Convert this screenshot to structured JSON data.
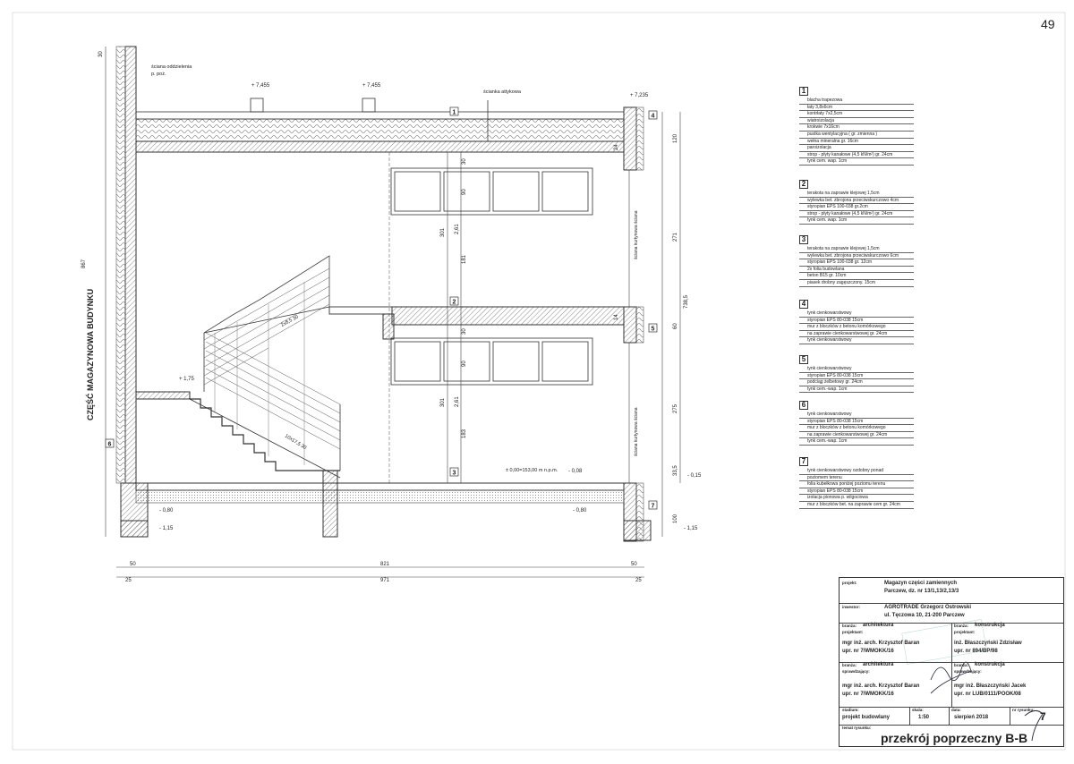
{
  "sheet": {
    "page_number": "49",
    "side_label": "CZĘŚĆ MAGAZYNOWA BUDYNKU",
    "side_dim": "867"
  },
  "drawing": {
    "annotations": {
      "wall_separation": "ściana oddzielenia",
      "wall_separation_2": "p. poż.",
      "wall_light": "ścianka attykowa",
      "curtain_wall_1": "ściana kurtynowa ściana",
      "curtain_wall_2": "ściana kurtynowa ściana",
      "zero_level": "± 0,00=153,00 m n.p.m.",
      "stair_upper": "2x8,5\n30",
      "stair_lower": "10x17,5\n30"
    },
    "levels": {
      "l1": "+ 7,455",
      "l2": "+ 7,455",
      "l3": "+ 7,235",
      "l4": "+ 1,75",
      "l5": "- 0,08",
      "l6": "- 0,15",
      "l7": "- 0,80",
      "l8": "- 1,15",
      "l9": "- 0,80",
      "l10": "- 1,15"
    },
    "dims": {
      "d120": "120",
      "d271": "271",
      "d301a": "301",
      "d301b": "301",
      "d261a": "2,61",
      "d261b": "2,61",
      "d181": "181",
      "d183": "183",
      "d30a": "30",
      "d90a": "90",
      "d30b": "30",
      "d90b": "90",
      "d7385": "738,5",
      "d60": "60",
      "d275": "275",
      "d335": "33,5",
      "d100": "100",
      "d30c": "30",
      "d24": "24",
      "d14": "14",
      "bottom_50a": "50",
      "bottom_50b": "50",
      "bottom_821": "821",
      "bottom_25a": "25",
      "bottom_25b": "25",
      "bottom_971": "971"
    },
    "markers": [
      "1",
      "2",
      "3",
      "4",
      "5",
      "6",
      "7"
    ]
  },
  "legend": [
    {
      "num": "1",
      "lines": [
        "blacha trapezowa",
        "łaty 3,8x6cm",
        "kontrłaty 7x2,5cm",
        "wiatroizolacja",
        "krokwie 7x16cm",
        "pustka wentylacyjna ( gr. zmienna )",
        "wełna mineralna gr. 16cm",
        "paroizolacja",
        "strop - płyty kanałowe (4,5 kN/m²) gr. 24cm",
        "tynk cem. wap. 1cm"
      ]
    },
    {
      "num": "2",
      "lines": [
        "terakota na zaprawie klejowej 1,5cm",
        "wylewka bet. zbrojona przeciwskurczowo 4cm",
        "styropian EPS 100-038 gr.2cm",
        "strop - płyty kanałowe (4,5 kN/m²) gr. 24cm",
        "tynk cem. wap. 1cm"
      ]
    },
    {
      "num": "3",
      "lines": [
        "terakota na zaprawie klejowej 1,5cm",
        "wylewka bet. zbrojona przeciwskurczowo 6cm",
        "styropian EPS 100-038 gr. 12cm",
        "2x folia budowlana",
        "beton B15 gr. 10cm",
        "piasek drobny zagęszczony. 15cm"
      ]
    },
    {
      "num": "4",
      "lines": [
        "tynk cienkowarstwowy",
        "styropian EPS 80-038 15cm",
        "mur z bloczków z betonu komórkowego",
        "na zaprawie cienkowarstwowej gr. 24cm",
        "tynk cienkowarstwowy"
      ]
    },
    {
      "num": "5",
      "lines": [
        "tynk cienkowarstwowy",
        "styropian EPS 80-038 15cm",
        "podciąg żelbetowy gr. 24cm",
        "tynk cem.-wap. 1cm"
      ]
    },
    {
      "num": "6",
      "lines": [
        "tynk cienkowarstwowy",
        "styropian EPS 80-038 15cm",
        "mur z bloczków z betonu komórkowego",
        "na zaprawie cienkowarstwowej gr. 24cm",
        "tynk cem.-wap. 1cm"
      ]
    },
    {
      "num": "7",
      "lines": [
        "tynk cienkowarstwowy ozdobny ponad",
        "poziomem terenu",
        "folia kubełkowa poniżej poziomu terenu",
        "styropian EPS 80-038 15cm",
        "izolacja pionowa p. wilgociowa",
        "mur z bloczków bet. na zaprawie cem gr. 24cm"
      ]
    }
  ],
  "titleblock": {
    "project_label": "projekt:",
    "project_line1": "Magazyn części zamiennych",
    "project_line2": "Parczew, dz. nr 13/1,13/2,13/3",
    "investor_label": "inwestor:",
    "investor_line1": "AGROTRADE Grzegorz Ostrowski",
    "investor_line2": "ul. Tęczowa 10, 21-200 Parczew",
    "branch_label_a": "branża:",
    "branch_a": "architektura",
    "designer_label_a": "projektant:",
    "designer_a": "mgr inż. arch. Krzysztof Baran",
    "license_a": "upr. nr 7/WMOKK/16",
    "branch_label_b": "branża:",
    "branch_b": "konstrukcja",
    "designer_label_b": "projektant:",
    "designer_b": "inż. Błaszczyński Zdzisław",
    "license_b": "upr. nr 894/BP/98",
    "branch_label_c": "branża:",
    "branch_c": "architektura",
    "checker_label_c": "sprawdzający:",
    "checker_c": "mgr inż. arch. Krzysztof Baran",
    "license_c": "upr. nr 7/WMOKK/16",
    "branch_label_d": "branża:",
    "branch_d": "konstrukcja",
    "checker_label_d": "sprawdzający:",
    "checker_d": "mgr inż. Błaszczyński Jacek",
    "license_d": "upr. nr LUB/0111/POOK/08",
    "stage_label": "stadium:",
    "stage": "projekt budowlany",
    "scale_label": "skala:",
    "scale": "1:50",
    "date_label": "data:",
    "date": "sierpień 2018",
    "sheet_no_label": "nr rysunku:",
    "sheet_no": "7",
    "topic_label": "temat rysunku:",
    "topic": "przekrój poprzeczny B-B"
  }
}
